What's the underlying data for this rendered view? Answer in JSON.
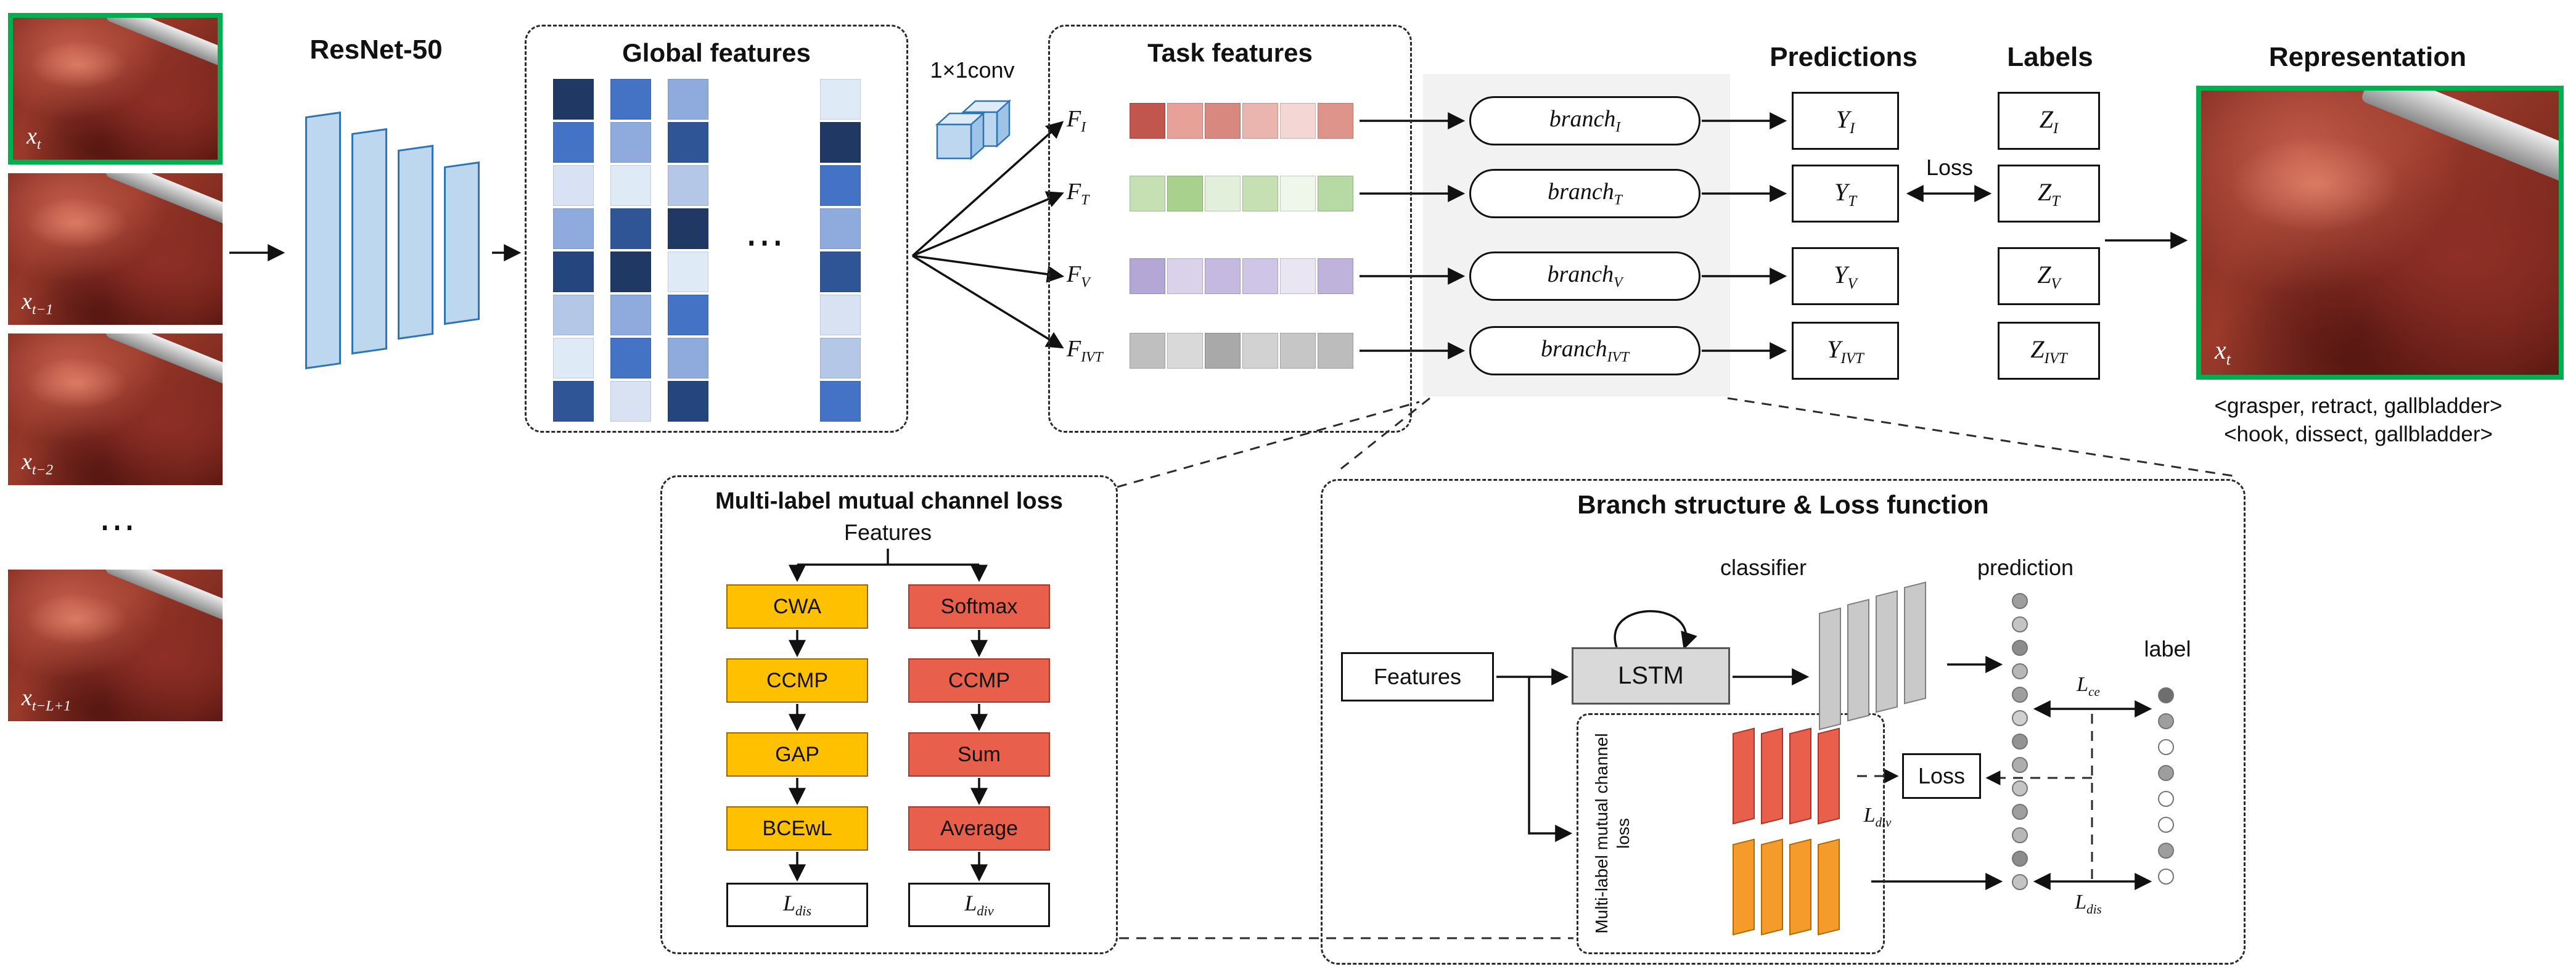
{
  "colors": {
    "highlight_green": "#00B050",
    "resnet_fill": "#BDD7EE",
    "resnet_stroke": "#2E75B6",
    "panel_gray": "#F2F2F2",
    "lstm_gray": "#D9D9D9"
  },
  "pipeline": {
    "input_frames": {
      "frames": [
        {
          "base": "x",
          "sub": "t"
        },
        {
          "base": "x",
          "sub": "t−1"
        },
        {
          "base": "x",
          "sub": "t−2"
        },
        {
          "base": "x",
          "sub": "t−L+1"
        }
      ],
      "ellipsis": "⋯"
    },
    "resnet_title": "ResNet-50",
    "global_features": {
      "title": "Global features",
      "ellipsis": "⋯",
      "columns": [
        [
          "#1F3864",
          "#4472C4",
          "#D9E2F3",
          "#8FAADC",
          "#24457E",
          "#B4C7E7",
          "#DEEBF7",
          "#2F5597"
        ],
        [
          "#4472C4",
          "#8FAADC",
          "#DEEBF7",
          "#2F5597",
          "#1F3864",
          "#8FAADC",
          "#4472C4",
          "#D9E2F3"
        ],
        [
          "#8FAADC",
          "#2F5597",
          "#B4C7E7",
          "#1F3864",
          "#DEEBF7",
          "#4472C4",
          "#8FAADC",
          "#24457E"
        ],
        [
          "#DEEBF7",
          "#1F3864",
          "#4472C4",
          "#8FAADC",
          "#2F5597",
          "#D9E2F3",
          "#B4C7E7",
          "#4472C4"
        ]
      ]
    },
    "conv_label": "1×1conv",
    "task_features": {
      "title": "Task features",
      "rows": [
        {
          "base": "F",
          "sub": "I",
          "colors": [
            "#C0564E",
            "#E8A199",
            "#D98880",
            "#EAB5AF",
            "#F4D7D4",
            "#DE938B"
          ]
        },
        {
          "base": "F",
          "sub": "T",
          "colors": [
            "#C6E0B4",
            "#A9D18E",
            "#E2EFDA",
            "#C6E0B4",
            "#EFF7EA",
            "#B7D9A4"
          ]
        },
        {
          "base": "F",
          "sub": "V",
          "colors": [
            "#B4A7D6",
            "#D9D2E9",
            "#C5B9E0",
            "#CFC5E6",
            "#EAE5F3",
            "#BFB3DC"
          ]
        },
        {
          "base": "F",
          "sub": "IVT",
          "colors": [
            "#BFBFBF",
            "#D9D9D9",
            "#A9A9A9",
            "#D2D2D2",
            "#C6C6C6",
            "#BCBCBC"
          ]
        }
      ]
    },
    "branches": [
      {
        "base": "branch",
        "sub": "I"
      },
      {
        "base": "branch",
        "sub": "T"
      },
      {
        "base": "branch",
        "sub": "V"
      },
      {
        "base": "branch",
        "sub": "IVT"
      }
    ],
    "predictions": {
      "title": "Predictions",
      "items": [
        {
          "base": "Y",
          "sub": "I"
        },
        {
          "base": "Y",
          "sub": "T"
        },
        {
          "base": "Y",
          "sub": "V"
        },
        {
          "base": "Y",
          "sub": "IVT"
        }
      ]
    },
    "loss_label": "Loss",
    "labels": {
      "title": "Labels",
      "items": [
        {
          "base": "Z",
          "sub": "I"
        },
        {
          "base": "Z",
          "sub": "T"
        },
        {
          "base": "Z",
          "sub": "V"
        },
        {
          "base": "Z",
          "sub": "IVT"
        }
      ]
    },
    "representation": {
      "title": "Representation",
      "frame_label": {
        "base": "x",
        "sub": "t"
      },
      "triplet_lines": [
        "<grasper, retract, gallbladder>",
        "<hook, dissect, gallbladder>"
      ]
    }
  },
  "mlmcl_module": {
    "title": "Multi-label mutual channel loss",
    "features_label": "Features",
    "left_column": {
      "boxes": [
        "CWA",
        "CCMP",
        "GAP",
        "BCEwL"
      ],
      "output": {
        "base": "L",
        "sub": "dis"
      },
      "color": "#FFC000",
      "border": "#9C6500"
    },
    "right_column": {
      "boxes": [
        "Softmax",
        "CCMP",
        "Sum",
        "Average"
      ],
      "output": {
        "base": "L",
        "sub": "div"
      },
      "color": "#E8604C",
      "border": "#A8362A"
    }
  },
  "branch_structure": {
    "title": "Branch structure & Loss function",
    "features_label": "Features",
    "lstm_label": "LSTM",
    "classifier_label": "classifier",
    "prediction_label": "prediction",
    "label_text": "label",
    "loss_label": "Loss",
    "inner_module_label": "Multi-label mutual channel loss",
    "loss_terms": {
      "ce": {
        "base": "L",
        "sub": "ce"
      },
      "div": {
        "base": "L",
        "sub": "div"
      },
      "dis": {
        "base": "L",
        "sub": "dis"
      }
    },
    "prediction_dots": [
      "#9E9E9E",
      "#C4C4C4",
      "#8C8C8C",
      "#B7B7B7",
      "#9E9E9E",
      "#CFCFCF",
      "#939393",
      "#ADADAD",
      "#C4C4C4",
      "#9E9E9E",
      "#B7B7B7",
      "#8C8C8C",
      "#C4C4C4"
    ],
    "label_dots": [
      "#6E6E6E",
      "#9E9E9E",
      "#FFFFFF",
      "#9E9E9E",
      "#FFFFFF",
      "#FFFFFF",
      "#9E9E9E",
      "#FFFFFF"
    ],
    "classifier_color": "#C9C9C9",
    "red_stack_color": "#E8604C",
    "orange_stack_color": "#F59B2C"
  }
}
